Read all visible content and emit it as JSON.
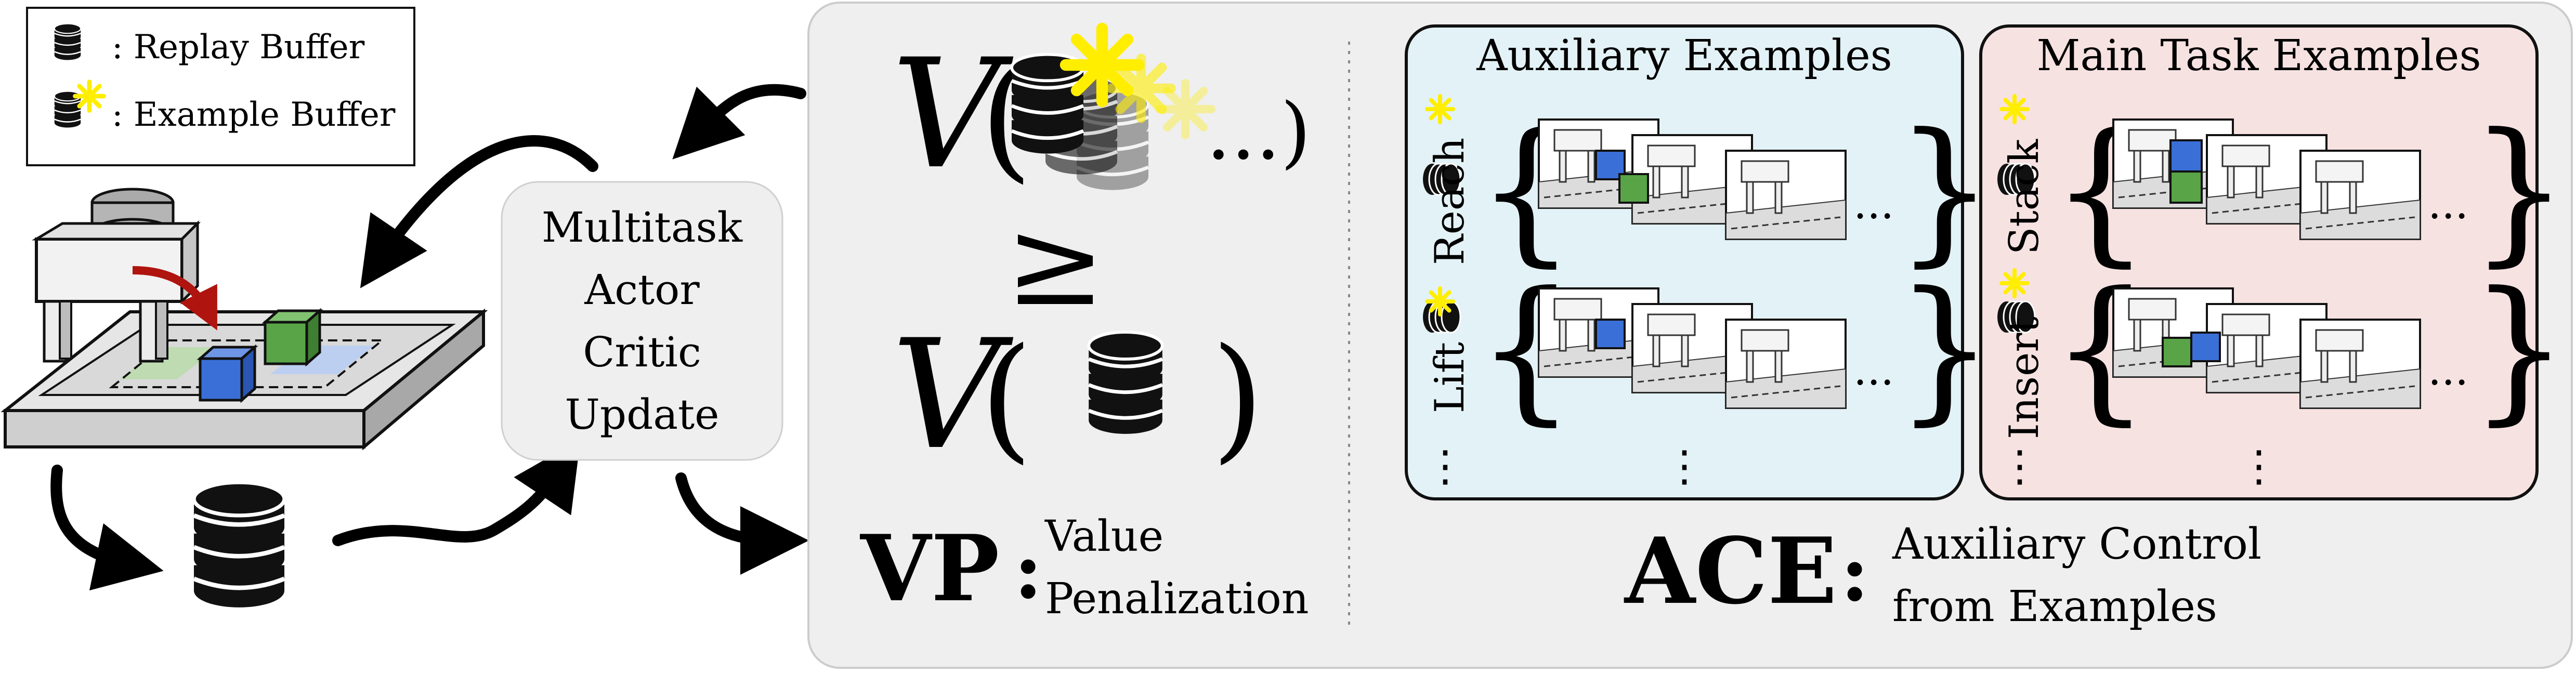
{
  "legend": {
    "replay_label": ": Replay Buffer",
    "example_label": ": Example Buffer"
  },
  "update_box": {
    "lines": [
      "Multitask",
      "Actor",
      "Critic",
      "Update"
    ]
  },
  "vp": {
    "value_symbol": "V",
    "open_paren": "(",
    "close_paren": ")",
    "ellipsis": "...)",
    "geq": "≥",
    "abbrev": "VP",
    "colon": ":",
    "name_line1": "Value",
    "name_line2": "Penalization"
  },
  "aux_panel": {
    "title": "Auxiliary Examples",
    "rows": [
      "Reach",
      "Lift"
    ],
    "row_ellipsis": "...",
    "col_dots": "⋮"
  },
  "main_panel": {
    "title": "Main Task Examples",
    "rows": [
      "Stack",
      "Insert"
    ],
    "row_ellipsis": "...",
    "col_dots": "⋮"
  },
  "ace": {
    "abbrev": "ACE",
    "colon": ":",
    "name_line1": "Auxiliary Control",
    "name_line2": "from Examples"
  },
  "colors": {
    "panel_bg": "#efefef",
    "aux_bg": "#e3f2f6",
    "main_bg": "#f6e2e1",
    "star": "#ffee00",
    "cube_blue": "#3a6fd8",
    "cube_green": "#58a447",
    "red_arrow": "#b0140e"
  }
}
